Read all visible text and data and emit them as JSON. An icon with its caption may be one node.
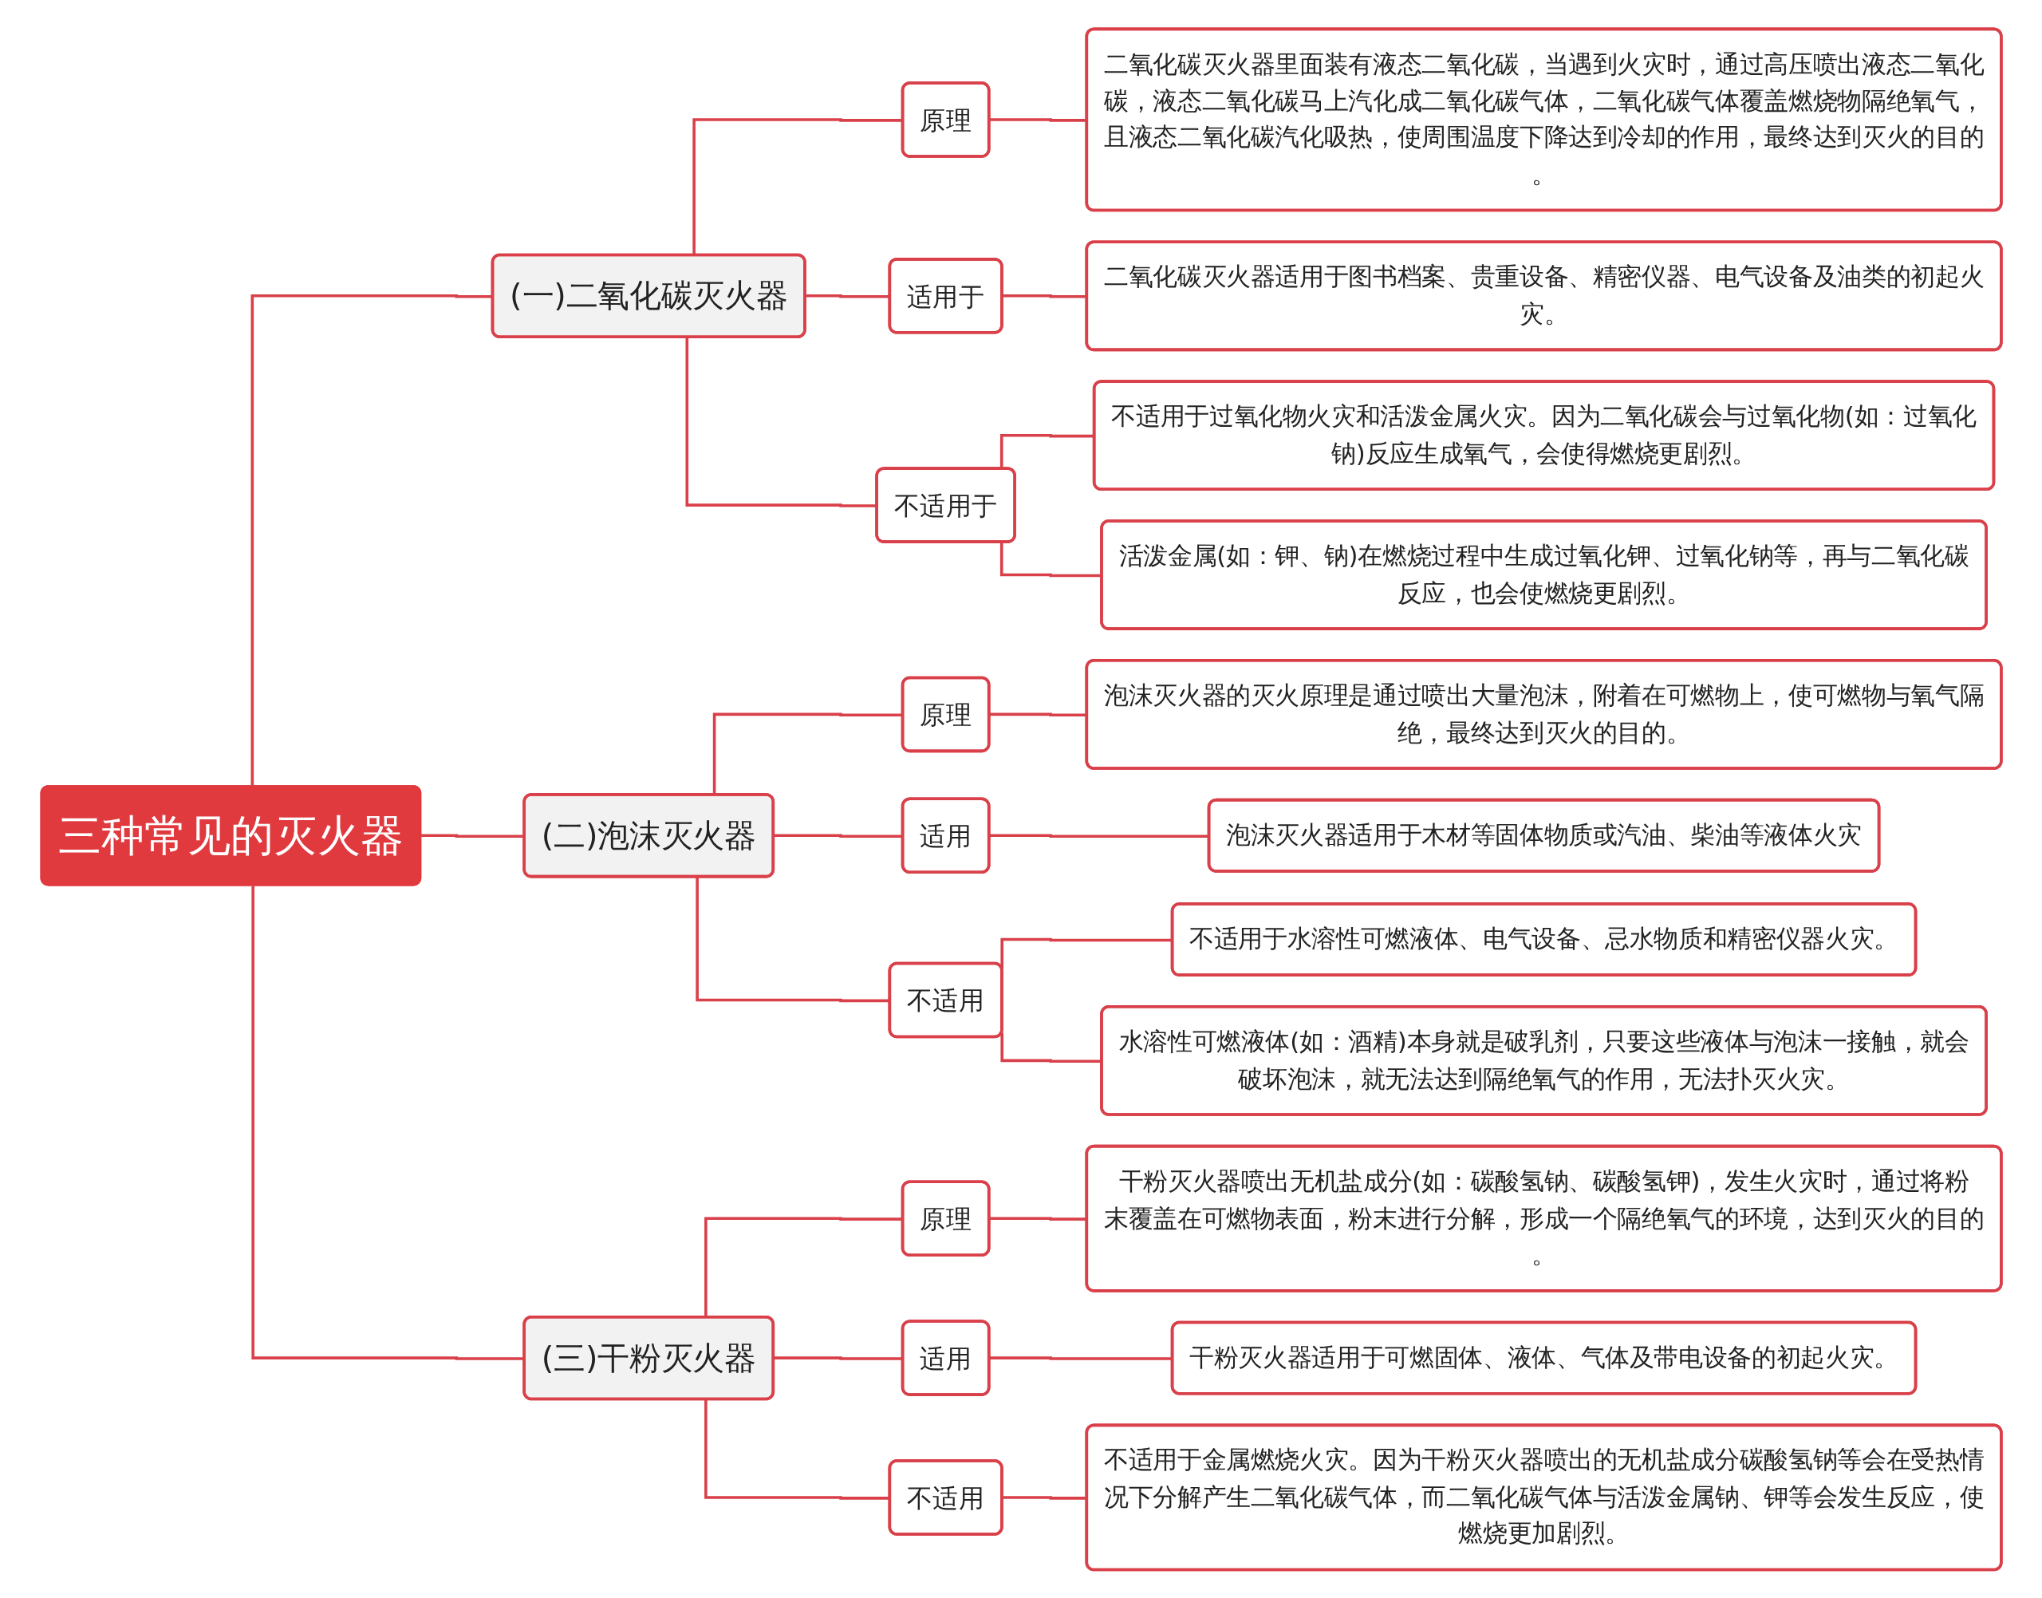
{
  "diagram": {
    "nodes": [
      {
        "text": [
          "三种常见的灭火器"
        ]
      },
      {
        "text": [
          "(一)二氧化碳灭火器"
        ]
      },
      {
        "text": [
          "原理"
        ]
      },
      {
        "text": [
          "二氧化碳灭火器里面装有液态二氧化碳，当遇到火灾时，通过高压喷出液态二氧化碳，液态二氧化碳马上汽化成二氧化碳气体，二氧化碳气体覆盖燃烧物隔绝氧气，且液态二氧化碳汽化吸热，使周围温度下降达到冷却的作用，最终达到灭火的目的。"
        ]
      },
      {
        "text": [
          "适用于"
        ]
      },
      {
        "text": [
          "二氧化碳灭火器适用于图书档案、贵重设备、精密仪器、电气设备及油类的初起火灾。"
        ]
      },
      {
        "text": [
          "不适用于"
        ]
      },
      {
        "text": [
          "不适用于过氧化物火灾和活泼金属火灾。因为二氧化碳会与过氧化物(如：过氧化钠)反应生成氧气，会使得燃烧更剧烈。"
        ]
      },
      {
        "text": [
          "活泼金属(如：钾、钠)在燃烧过程中生成过氧化钾、过氧化钠等，再与二氧化碳反应，也会使燃烧更剧烈。"
        ]
      },
      {
        "text": [
          "(二)泡沫灭火器"
        ]
      },
      {
        "text": [
          "原理"
        ]
      },
      {
        "text": [
          "泡沫灭火器的灭火原理是通过喷出大量泡沫，附着在可燃物上，使可燃物与氧气隔绝，最终达到灭火的目的。"
        ]
      },
      {
        "text": [
          "适用"
        ]
      },
      {
        "text": [
          "泡沫灭火器适用于木材等固体物质或汽油、柴油等液体火灾"
        ]
      },
      {
        "text": [
          "不适用"
        ]
      },
      {
        "text": [
          "不适用于水溶性可燃液体、电气设备、忌水物质和精密仪器火灾。"
        ]
      },
      {
        "text": [
          "水溶性可燃液体(如：酒精)本身就是破乳剂，只要这些液体与泡沫一接触，就会破坏泡沫，就无法达到隔绝氧气的作用，无法扑灭火灾。"
        ]
      },
      {
        "text": [
          "(三)干粉灭火器"
        ]
      },
      {
        "text": [
          "原理"
        ]
      },
      {
        "text": [
          "干粉灭火器喷出无机盐成分(如：碳酸氢钠、碳酸氢钾)，发生火灾时，通过将粉末覆盖在可燃物表面，粉末进行分解，形成一个隔绝氧气的环境，达到灭火的目的。"
        ]
      },
      {
        "text": [
          "适用"
        ]
      },
      {
        "text": [
          "干粉灭火器适用于可燃固体、液体、气体及带电设备的初起火灾。"
        ]
      },
      {
        "text": [
          "不适用"
        ]
      },
      {
        "text": [
          "不适用于金属燃烧火灾。因为干粉灭火器喷出的无机盐成分碳酸氢钠等会在受热情况下分解产生二氧化碳气体，而二氧化碳气体与活泼金属钠、钾等会发生反应，使燃烧更加剧烈。"
        ]
      }
    ],
    "edges": [
      {
        "from": 0,
        "to": 1,
        "arrow": "none"
      },
      {
        "from": 1,
        "to": 2,
        "arrow": "none"
      },
      {
        "from": 2,
        "to": 3,
        "arrow": "none"
      },
      {
        "from": 1,
        "to": 4,
        "arrow": "none"
      },
      {
        "from": 4,
        "to": 5,
        "arrow": "none"
      },
      {
        "from": 1,
        "to": 6,
        "arrow": "none"
      },
      {
        "from": 6,
        "to": 7,
        "arrow": "none"
      },
      {
        "from": 6,
        "to": 8,
        "arrow": "none"
      },
      {
        "from": 0,
        "to": 9,
        "arrow": "none"
      },
      {
        "from": 9,
        "to": 10,
        "arrow": "none"
      },
      {
        "from": 10,
        "to": 11,
        "arrow": "none"
      },
      {
        "from": 9,
        "to": 12,
        "arrow": "none"
      },
      {
        "from": 12,
        "to": 13,
        "arrow": "none"
      },
      {
        "from": 9,
        "to": 14,
        "arrow": "none"
      },
      {
        "from": 14,
        "to": 15,
        "arrow": "none"
      },
      {
        "from": 14,
        "to": 16,
        "arrow": "none"
      },
      {
        "from": 0,
        "to": 17,
        "arrow": "none"
      },
      {
        "from": 17,
        "to": 18,
        "arrow": "none"
      },
      {
        "from": 18,
        "to": 19,
        "arrow": "none"
      },
      {
        "from": 17,
        "to": 20,
        "arrow": "none"
      },
      {
        "from": 20,
        "to": 21,
        "arrow": "none"
      },
      {
        "from": 17,
        "to": 22,
        "arrow": "none"
      },
      {
        "from": 22,
        "to": 23,
        "arrow": "none"
      }
    ]
  }
}
